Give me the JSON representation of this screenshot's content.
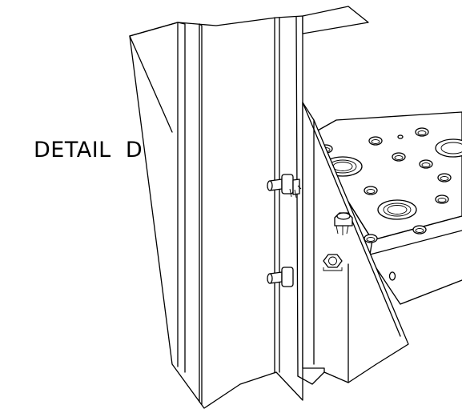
{
  "detail": {
    "label": "DETAIL  D"
  },
  "parts": {
    "upright-post": "column",
    "top-plate": "manifold",
    "fittings": [
      "grease-fitting-upper",
      "grease-fitting-lower",
      "grease-fitting-right",
      "hex-bolt"
    ]
  }
}
